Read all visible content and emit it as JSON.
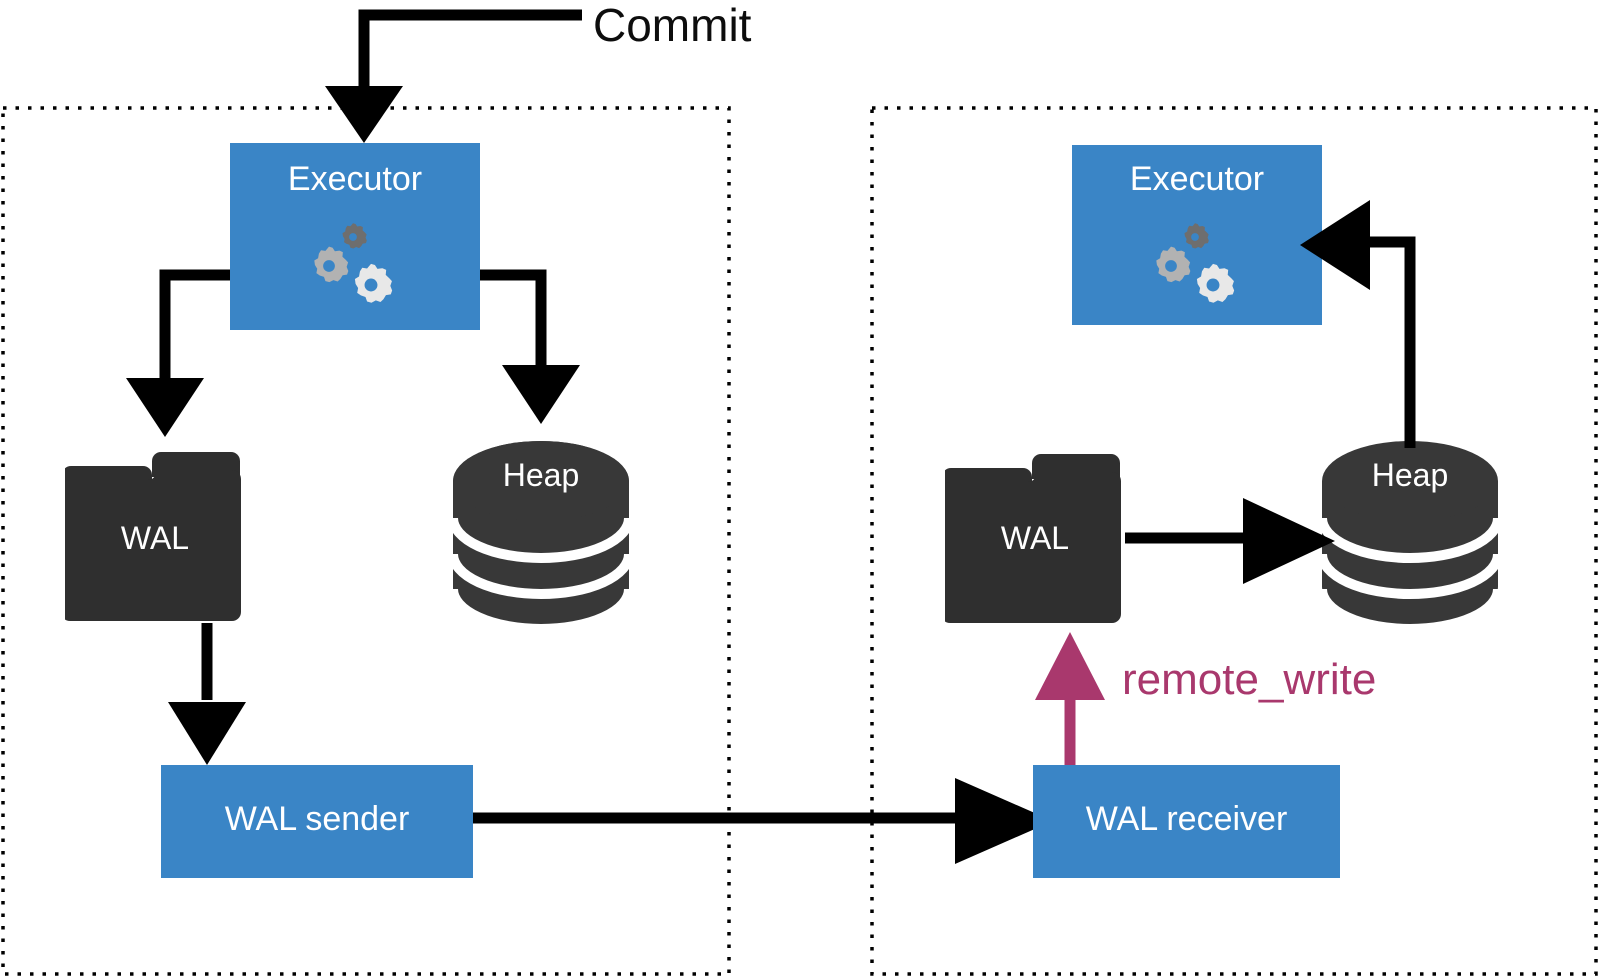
{
  "diagram": {
    "title_text": "Commit",
    "remote_write_text": "remote_write",
    "colors": {
      "box_blue": "#3a85c6",
      "dark_gray": "#2f2f2f",
      "arrow_black": "#000000",
      "remote_write_magenta": "#a9386d",
      "container_border": "#000000",
      "label_white": "#ffffff",
      "gear_dark": "#6e6e6e",
      "gear_mid": "#b9b9b9",
      "gear_light": "#e8e8e8"
    },
    "containers": [
      {
        "name": "primary-node",
        "label": ""
      },
      {
        "name": "standby-node",
        "label": ""
      }
    ],
    "primary": {
      "executor": {
        "label": "Executor",
        "icon": "gears-icon"
      },
      "wal": {
        "label": "WAL",
        "icon": "folder-icon"
      },
      "heap": {
        "label": "Heap",
        "icon": "database-cylinder-icon"
      },
      "wal_sender": {
        "label": "WAL sender"
      }
    },
    "standby": {
      "executor": {
        "label": "Executor",
        "icon": "gears-icon"
      },
      "wal": {
        "label": "WAL",
        "icon": "folder-icon"
      },
      "heap": {
        "label": "Heap",
        "icon": "database-cylinder-icon"
      },
      "wal_receiver": {
        "label": "WAL receiver"
      }
    },
    "edges": [
      {
        "name": "commit-to-executor",
        "from": "Commit",
        "to": "Executor",
        "color": "#000000"
      },
      {
        "name": "executor-to-wal",
        "from": "Executor",
        "to": "WAL",
        "color": "#000000"
      },
      {
        "name": "executor-to-heap",
        "from": "Executor",
        "to": "Heap",
        "color": "#000000"
      },
      {
        "name": "wal-to-wal-sender",
        "from": "WAL",
        "to": "WAL sender",
        "color": "#000000"
      },
      {
        "name": "wal-sender-to-wal-receiver",
        "from": "WAL sender",
        "to": "WAL receiver",
        "color": "#000000"
      },
      {
        "name": "wal-receiver-to-wal",
        "from": "WAL receiver",
        "to": "WAL",
        "label": "remote_write",
        "color": "#a9386d"
      },
      {
        "name": "standby-wal-to-heap",
        "from": "WAL",
        "to": "Heap",
        "color": "#000000"
      },
      {
        "name": "standby-heap-to-executor",
        "from": "Heap",
        "to": "Executor",
        "color": "#000000"
      }
    ]
  }
}
